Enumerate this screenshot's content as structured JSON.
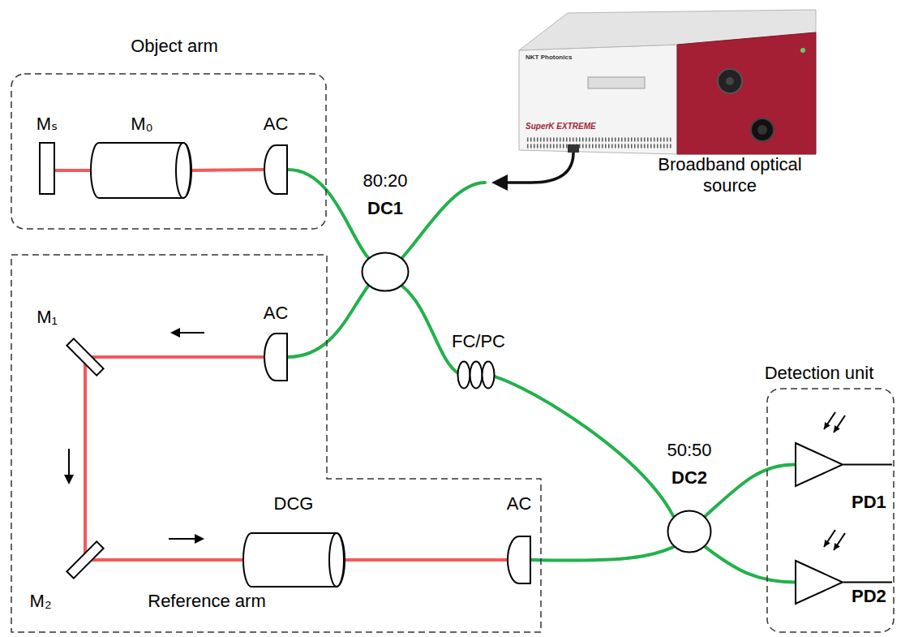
{
  "diagram": {
    "nodes": [
      {
        "text": [
          "Object arm"
        ]
      },
      {
        "text": [
          "Mₛ"
        ],
        "in": 0
      },
      {
        "text": [
          "M₀"
        ],
        "in": 0
      },
      {
        "text": [
          "AC"
        ],
        "in": 0
      },
      {
        "text": [
          "Broadband optical source"
        ]
      },
      {
        "text": [
          "80:20",
          "DC1"
        ]
      },
      {
        "text": [
          "Reference arm"
        ]
      },
      {
        "text": [
          "AC"
        ],
        "in": 6
      },
      {
        "text": [
          "M₁"
        ],
        "in": 6
      },
      {
        "text": [
          "M₂"
        ],
        "in": 6
      },
      {
        "text": [
          "DCG"
        ],
        "in": 6
      },
      {
        "text": [
          "AC"
        ],
        "in": 6
      },
      {
        "text": [
          "FC/PC"
        ]
      },
      {
        "text": [
          "50:50",
          "DC2"
        ]
      },
      {
        "text": [
          "Detection unit"
        ]
      },
      {
        "text": [
          "PD1"
        ],
        "in": 14
      },
      {
        "text": [
          "PD2"
        ],
        "in": 14
      }
    ],
    "edges": [
      {
        "from": 1,
        "to": 2,
        "arrow": "none"
      },
      {
        "from": 2,
        "to": 3,
        "arrow": "none"
      },
      {
        "from": 3,
        "to": 5,
        "arrow": "none"
      },
      {
        "from": 4,
        "to": 5,
        "arrow": "none"
      },
      {
        "from": 5,
        "to": 7,
        "arrow": "none"
      },
      {
        "from": 7,
        "to": 8,
        "arrow": "none"
      },
      {
        "from": 8,
        "to": 9,
        "arrow": "none"
      },
      {
        "from": 9,
        "to": 10,
        "arrow": "none"
      },
      {
        "from": 10,
        "to": 11,
        "arrow": "none"
      },
      {
        "from": 11,
        "to": 13,
        "arrow": "none"
      },
      {
        "from": 5,
        "to": 12,
        "arrow": "none"
      },
      {
        "from": 12,
        "to": 13,
        "arrow": "none"
      },
      {
        "from": 13,
        "to": 15,
        "arrow": "none"
      },
      {
        "from": 13,
        "to": 16,
        "arrow": "none"
      }
    ],
    "labels": [
      "NKT Photonics",
      "SuperK EXTREME"
    ]
  }
}
